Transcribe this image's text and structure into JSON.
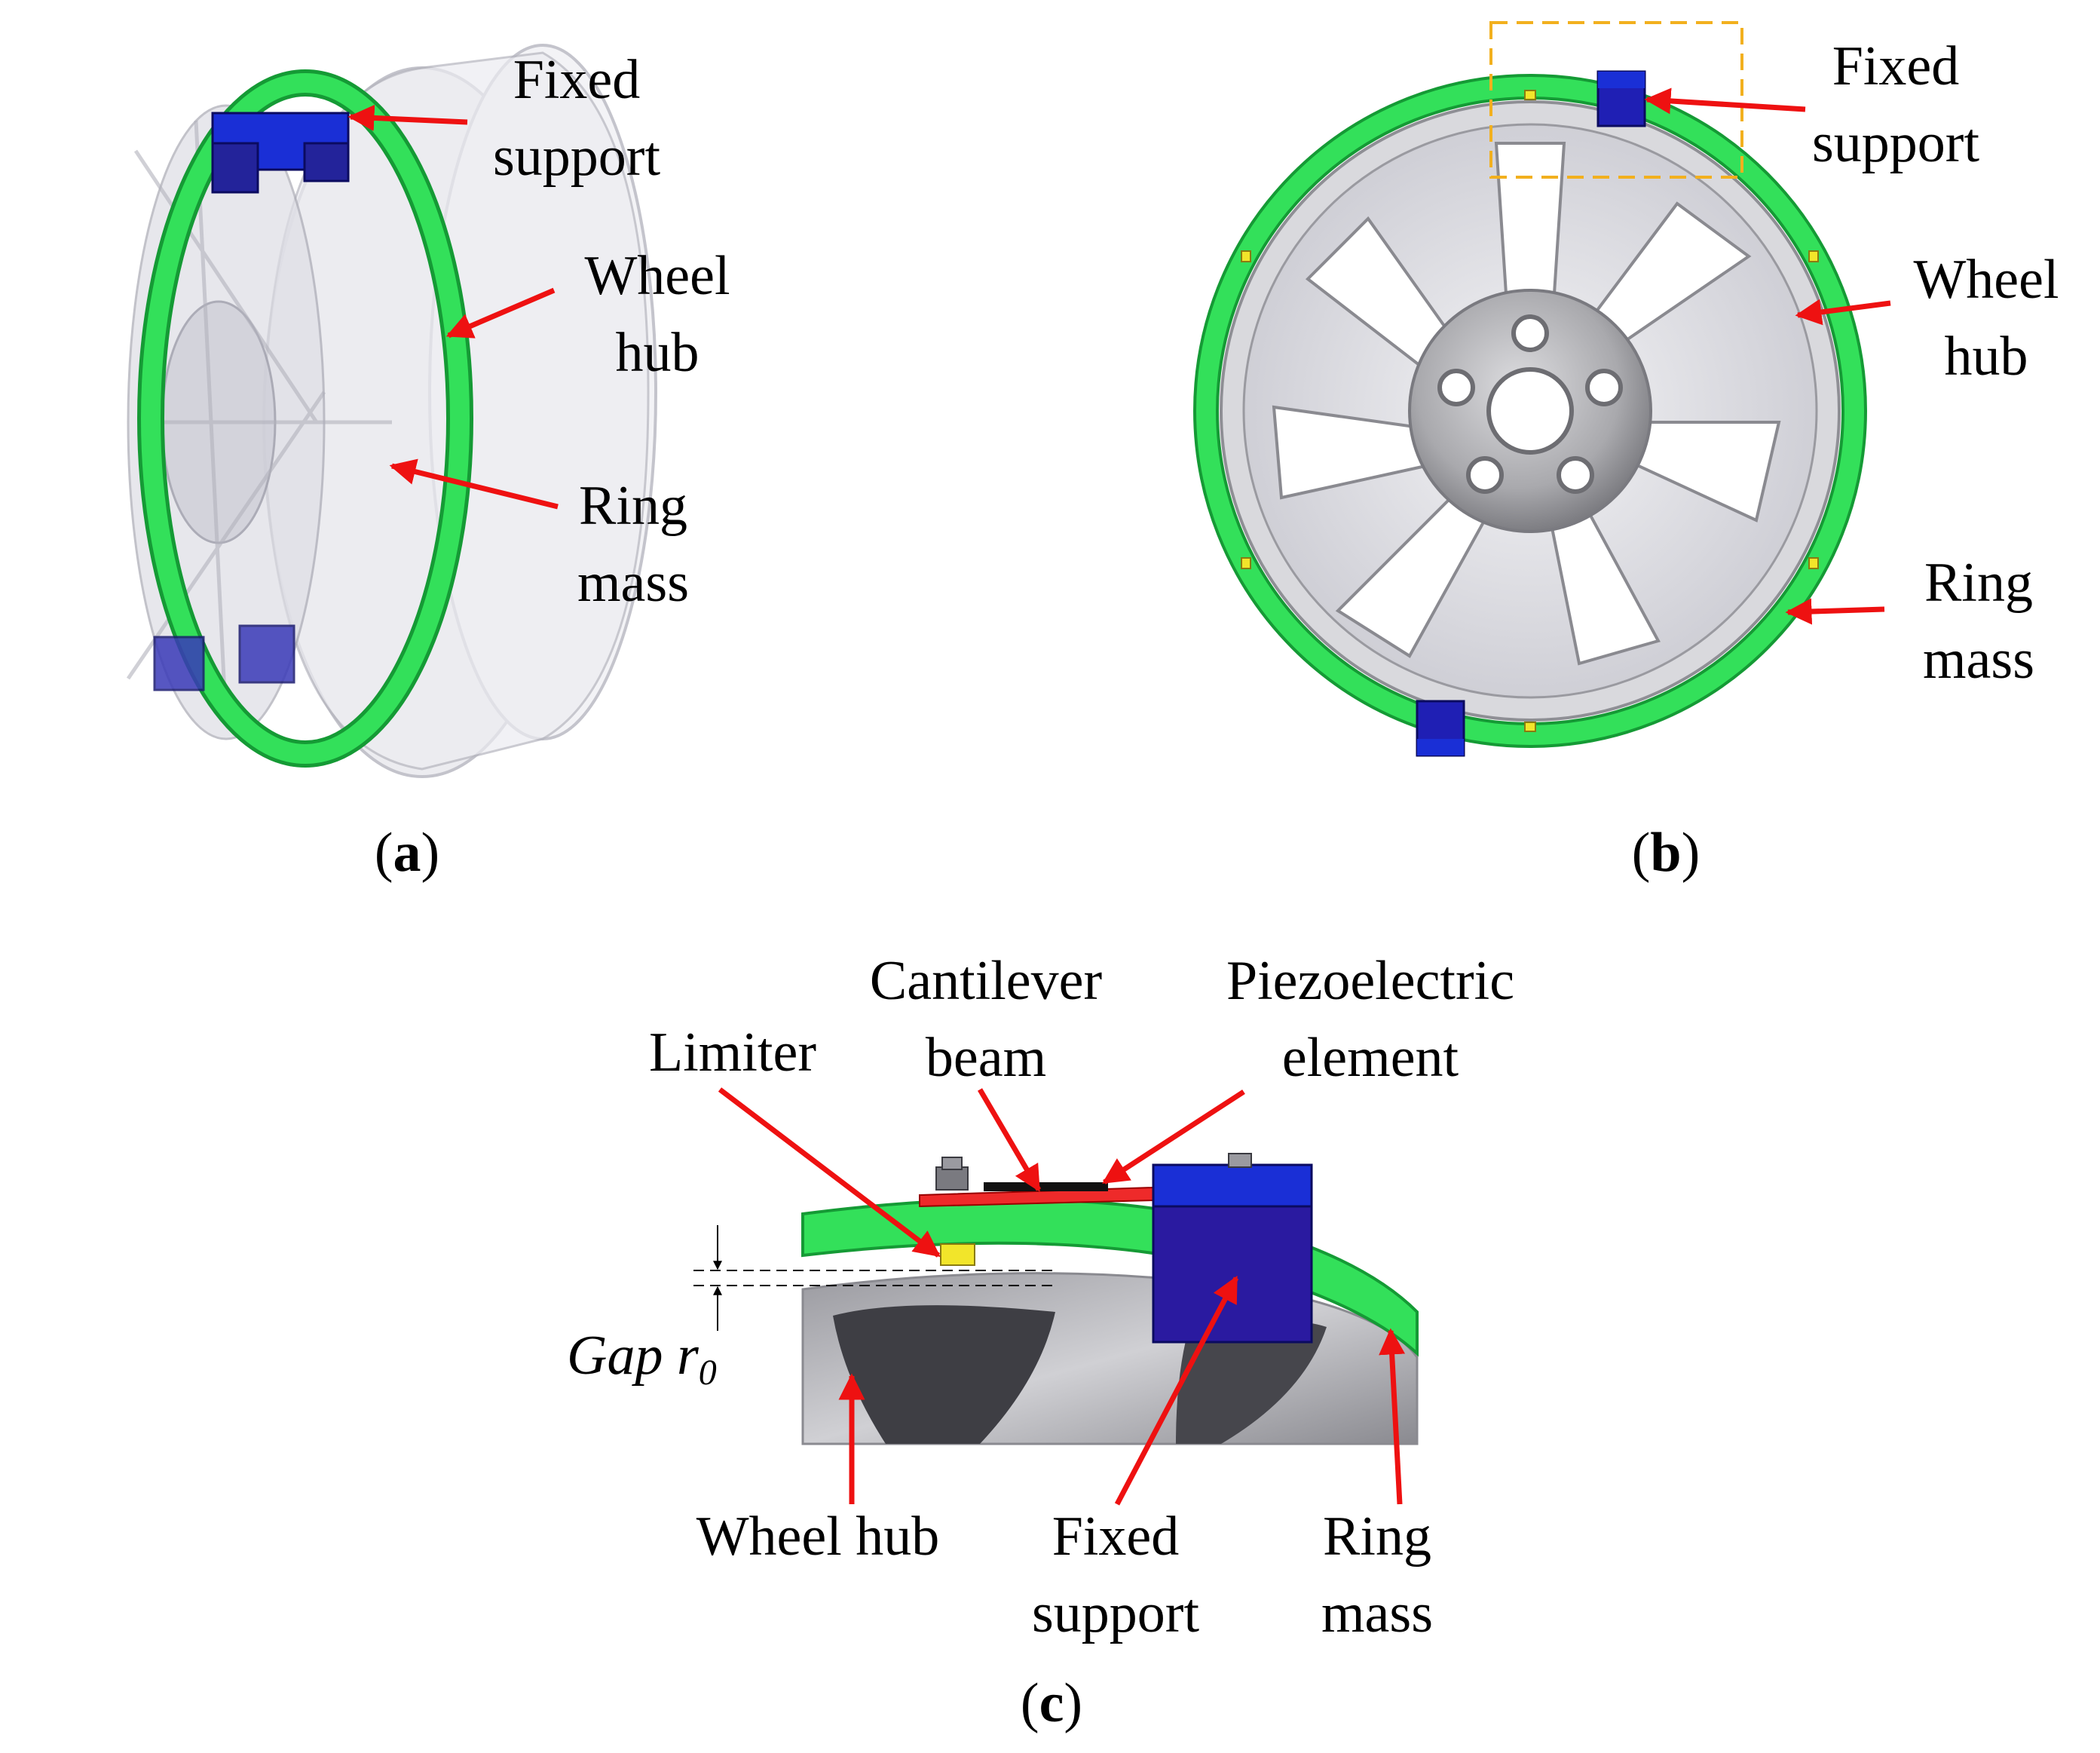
{
  "panel_a": {
    "caption_letter": "a",
    "labels": {
      "fixed_support": [
        "Fixed",
        "support"
      ],
      "wheel_hub": [
        "Wheel",
        "hub"
      ],
      "ring_mass": [
        "Ring",
        "mass"
      ]
    }
  },
  "panel_b": {
    "caption_letter": "b",
    "labels": {
      "fixed_support": [
        "Fixed",
        "support"
      ],
      "wheel_hub": [
        "Wheel",
        "hub"
      ],
      "ring_mass": [
        "Ring",
        "mass"
      ]
    }
  },
  "panel_c": {
    "caption_letter": "c",
    "labels": {
      "cantilever_beam": [
        "Cantilever",
        "beam"
      ],
      "piezoelectric_element": [
        "Piezoelectric",
        "element"
      ],
      "limiter": "Limiter",
      "gap_word": "Gap",
      "gap_symbol": "r",
      "gap_subscript": "0",
      "wheel_hub": "Wheel hub",
      "fixed_support": [
        "Fixed",
        "support"
      ],
      "ring_mass": [
        "Ring",
        "mass"
      ]
    }
  },
  "colors": {
    "ring_mass": "#33e05a",
    "ring_mass_edge": "#159a35",
    "fixed_support": "#1f1fb4",
    "fixed_support_top": "#1a2fd6",
    "arrow": "#ee1111",
    "wheel_hub": "#a4a4a8",
    "highlight_box": "#f2b01e",
    "limiter": "#f2e52a"
  }
}
